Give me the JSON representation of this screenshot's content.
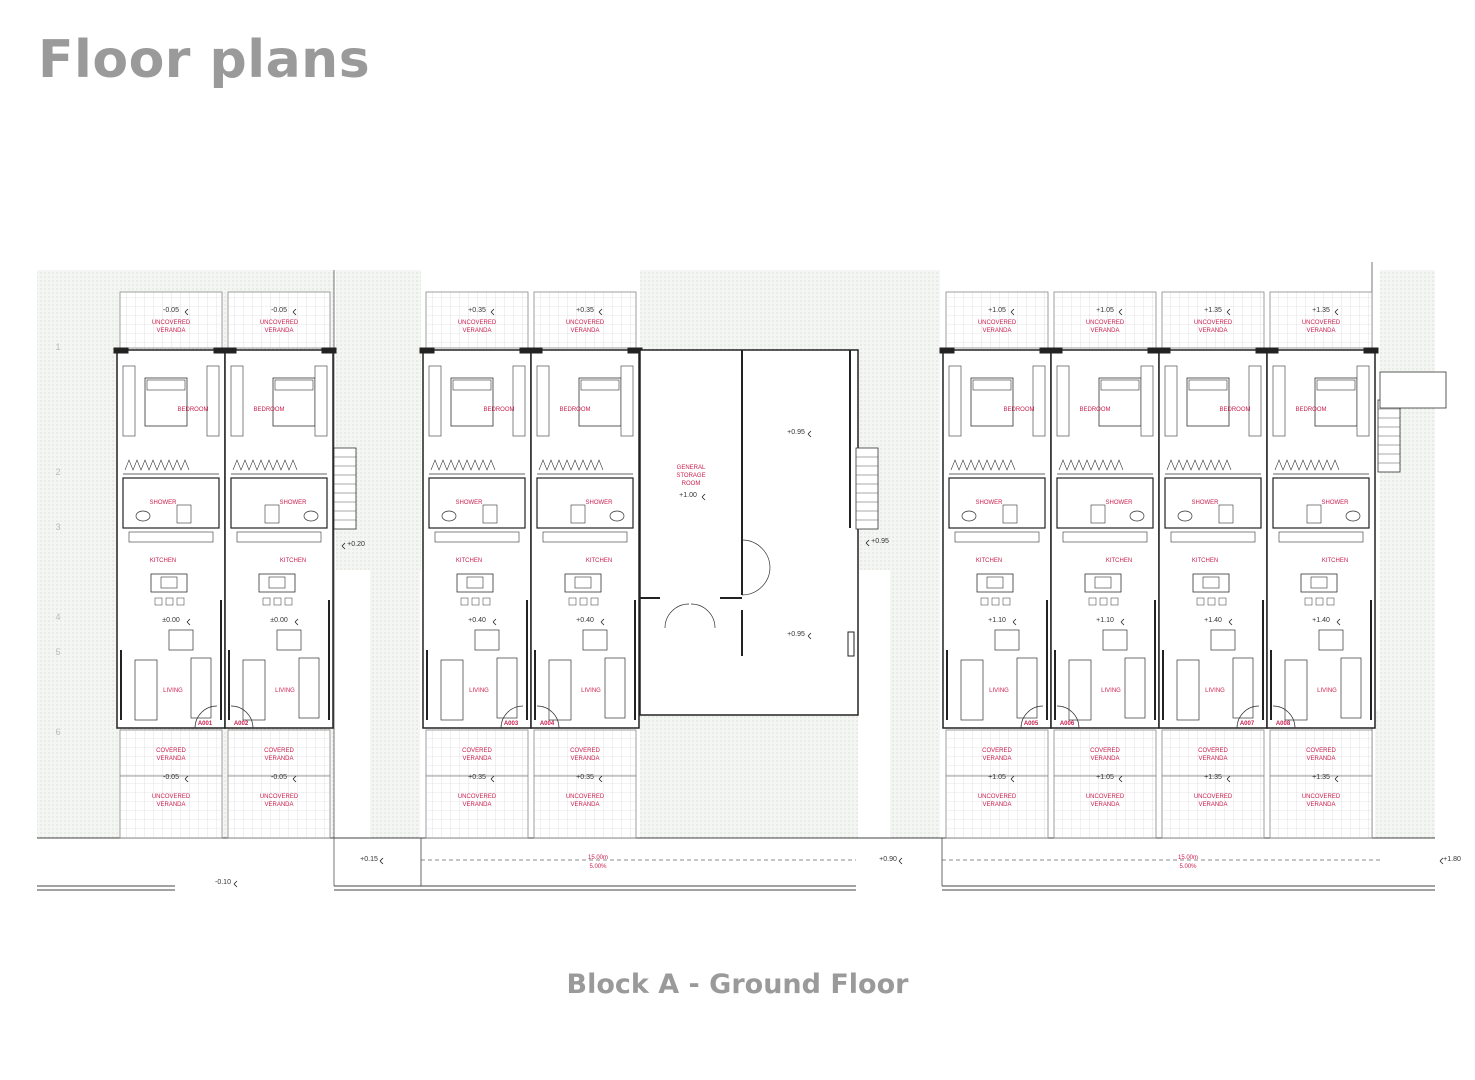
{
  "header": {
    "title": "Floor plans"
  },
  "caption": "Block A - Ground Floor",
  "labels": {
    "bedroom": "BEDROOM",
    "shower": "SHOWER",
    "kitchen": "KITCHEN",
    "living": "LIVING",
    "uncovered_line1": "UNCOVERED",
    "covered_line1": "COVERED",
    "veranda": "VERANDA",
    "storage_line1": "GENERAL",
    "storage_line2": "STORAGE",
    "storage_line3": "ROOM"
  },
  "units": [
    {
      "id": "A001",
      "level": "±0.00",
      "veranda_level": "-0.05"
    },
    {
      "id": "A002",
      "level": "±0.00",
      "veranda_level": "-0.05"
    },
    {
      "id": "A003",
      "level": "+0.40",
      "veranda_level": "+0.35"
    },
    {
      "id": "A004",
      "level": "+0.40",
      "veranda_level": "+0.35"
    },
    {
      "id": "A005",
      "level": "+1.10",
      "veranda_level": "+1.05"
    },
    {
      "id": "A006",
      "level": "+1.10",
      "veranda_level": "+1.05"
    },
    {
      "id": "A007",
      "level": "+1.40",
      "veranda_level": "+1.35"
    },
    {
      "id": "A008",
      "level": "+1.40",
      "veranda_level": "+1.35"
    }
  ],
  "storage": {
    "level": "+1.00",
    "gap_level_top": "+0.95",
    "gap_level_bottom": "+0.95",
    "side_level": "+0.95"
  },
  "site_levels": {
    "stair_left": "+0.20",
    "ground_left": "-0.10",
    "ground_gap1": "+0.15",
    "ground_gap2": "+0.90",
    "ground_right": "+1.80"
  },
  "ramps": [
    {
      "length": "15.00m",
      "slope": "5.00%"
    },
    {
      "length": "15.00m",
      "slope": "5.00%"
    }
  ],
  "axis_numbers": [
    "1",
    "2",
    "3",
    "4",
    "5",
    "6"
  ]
}
